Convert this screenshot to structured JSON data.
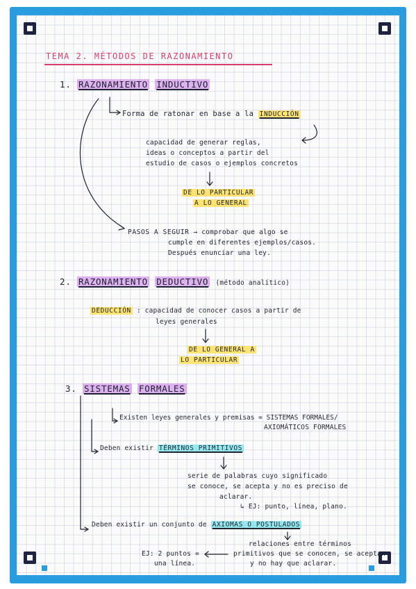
{
  "title": "TEMA 2.   MÉTODOS DE RAZONAMIENTO",
  "s1": {
    "heading_num": "1.",
    "heading_a": "RAZONAMIENTO",
    "heading_b": "INDUCTIVO",
    "line1_a": "Forma de ratonar en base a la",
    "line1_b": "INDUCCIÓN",
    "def1": "capacidad de generar reglas,",
    "def2": "ideas o conceptos a partir del",
    "def3": "estudio de casos o ejemplos concretos",
    "key1": "DE LO PARTICULAR",
    "key2": "A LO GENERAL",
    "steps1_a": "PASOS A SEGUIR",
    "steps1_b": "→  comprobar que algo se",
    "steps2": "cumple en diferentes ejemplos/casos.",
    "steps3": "Después enunciar una ley."
  },
  "s2": {
    "heading_num": "2.",
    "heading_a": "RAZONAMIENTO",
    "heading_b": "DEDUCTIVO",
    "heading_c": "(método analítico)",
    "term": "DEDUCCIÓN",
    "def1": ":  capacidad de conocer casos a partir de",
    "def2": "leyes generales",
    "key1": "DE LO GENERAL A",
    "key2": "LO PARTICULAR"
  },
  "s3": {
    "heading_num": "3.",
    "heading_a": "SISTEMAS",
    "heading_b": "FORMALES",
    "line1": "Existen leyes generales y premisas = SISTEMAS FORMALES/",
    "line1b": "AXIOMÁTICOS FORMALES",
    "line2_a": "Deben existir",
    "line2_b": "TÉRMINOS PRIMITIVOS",
    "def1": "serie de palabras cuyo significado",
    "def2": "se conoce, se acepta y no es preciso de",
    "def3": "aclarar.",
    "example": "↳ EJ: punto, línea, plano.",
    "line3_a": "Deben existir un conjunto de",
    "line3_b": "AXIOMAS O POSTULADOS",
    "ax1": "relaciones entre términos",
    "ax2": "primitivos que se conocen, se aceptan",
    "ax3": "y no hay que aclarar.",
    "ex1": "EJ: 2 puntos =",
    "ex2": "una línea."
  }
}
